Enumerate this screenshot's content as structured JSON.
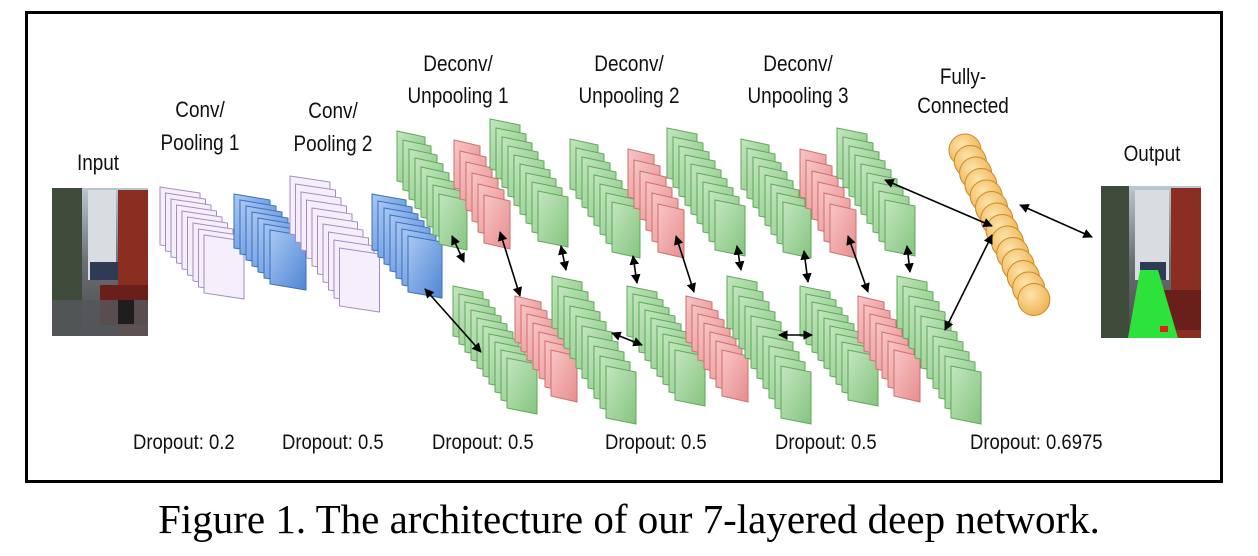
{
  "labels": {
    "input": "Input",
    "conv1_line1": "Conv/",
    "conv1_line2": "Pooling 1",
    "conv2_line1": "Conv/",
    "conv2_line2": "Pooling 2",
    "deconv1_line1": "Deconv/",
    "deconv1_line2": "Unpooling 1",
    "deconv2_line1": "Deconv/",
    "deconv2_line2": "Unpooling 2",
    "deconv3_line1": "Deconv/",
    "deconv3_line2": "Unpooling 3",
    "fc_line1": "Fully-",
    "fc_line2": "Connected",
    "output": "Output"
  },
  "dropouts": {
    "d1": "Dropout: 0.2",
    "d2": "Dropout: 0.5",
    "d3": "Dropout: 0.5",
    "d4": "Dropout: 0.5",
    "d5": "Dropout: 0.5",
    "d6": "Dropout: 0.6975"
  },
  "caption": "Figure 1. The architecture of our 7-layered deep network.",
  "colors": {
    "conv_fill": "#f4effa",
    "conv_stroke": "#a58bc4",
    "pool_fill": "#6f9fe0",
    "deconv_fill": "#9fd49a",
    "unpool_fill": "#f2a4a4",
    "fc_fill": "#f6c873"
  }
}
